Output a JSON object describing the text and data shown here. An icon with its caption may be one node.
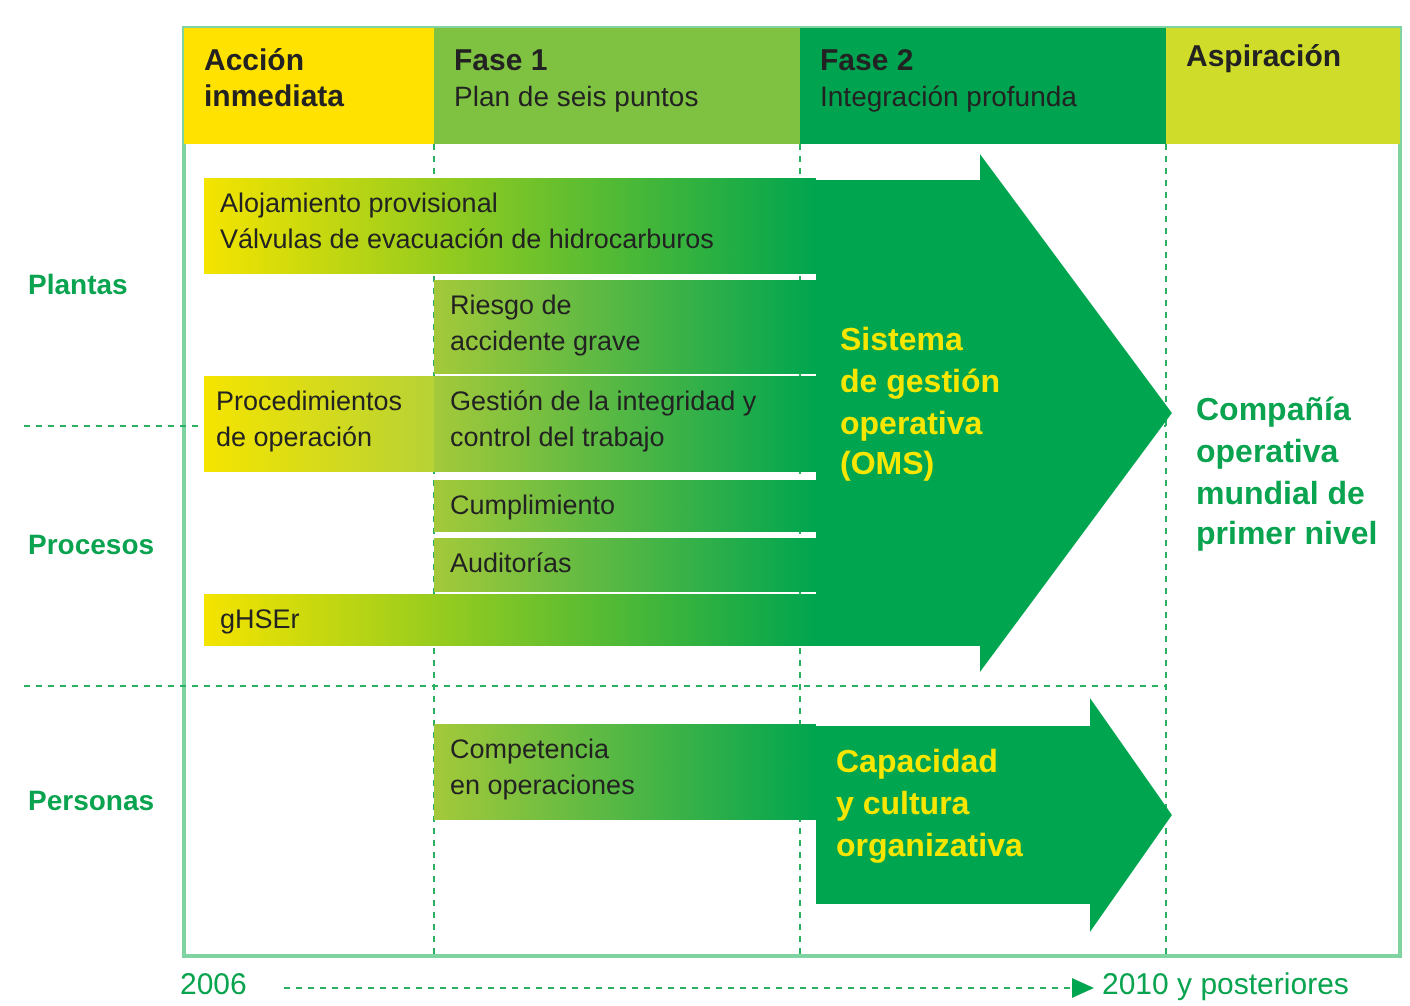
{
  "diagram": {
    "nodes": [
      {
        "text": [
          "Acción inmediata"
        ]
      },
      {
        "text": [
          "Fase 1",
          "Plan de seis puntos"
        ]
      },
      {
        "text": [
          "Fase 2",
          "Integración profunda"
        ]
      },
      {
        "text": [
          "Aspiración"
        ]
      },
      {
        "text": [
          "Alojamiento provisional",
          "Válvulas de evacuación de hidrocarburos"
        ]
      },
      {
        "text": [
          "Riesgo de accidente grave"
        ]
      },
      {
        "text": [
          "Procedimientos de operación"
        ]
      },
      {
        "text": [
          "Gestión de la integridad y control del trabajo"
        ]
      },
      {
        "text": [
          "Cumplimiento"
        ]
      },
      {
        "text": [
          "Auditorías"
        ]
      },
      {
        "text": [
          "gHSEr"
        ]
      },
      {
        "text": [
          "Sistema de gestión operativa (OMS)"
        ]
      },
      {
        "text": [
          "Competencia en operaciones"
        ]
      },
      {
        "text": [
          "Capacidad y cultura organizativa"
        ]
      }
    ],
    "edges": [],
    "labels": [
      "Plantas",
      "Compañía operativa mundial de primer nivel",
      "Procesos",
      "Personas",
      "2006",
      "2010 y posteriores"
    ]
  }
}
